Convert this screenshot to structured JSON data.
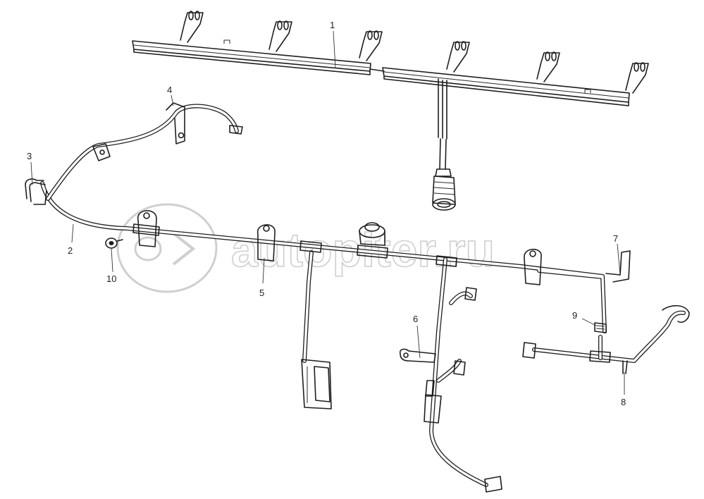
{
  "watermark": {
    "text": "autopiter.ru"
  },
  "callouts": [
    {
      "id": "c1",
      "label": "1"
    },
    {
      "id": "c2",
      "label": "2"
    },
    {
      "id": "c3",
      "label": "3"
    },
    {
      "id": "c4",
      "label": "4"
    },
    {
      "id": "c5",
      "label": "5"
    },
    {
      "id": "c6",
      "label": "6"
    },
    {
      "id": "c7",
      "label": "7"
    },
    {
      "id": "c8",
      "label": "8"
    },
    {
      "id": "c9",
      "label": "9"
    },
    {
      "id": "c10",
      "label": "10"
    }
  ]
}
